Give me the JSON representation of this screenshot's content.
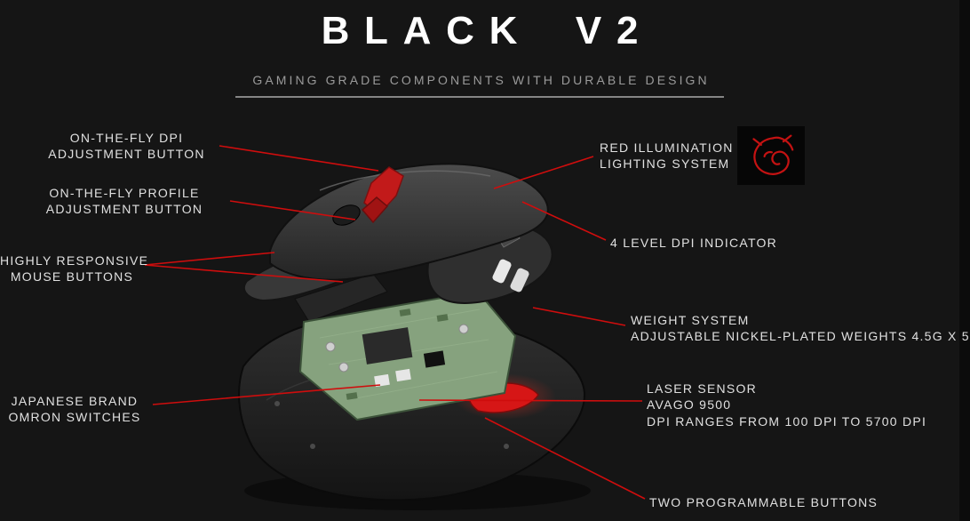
{
  "colors": {
    "background": "#151515",
    "text": "#e2e2e2",
    "subtitle": "#9a9a9a",
    "accent_red": "#cf0d0d"
  },
  "header": {
    "title": "BLACK V2",
    "subtitle": "GAMING GRADE COMPONENTS WITH DURABLE DESIGN"
  },
  "labels": {
    "dpi_adjust": {
      "line1": "ON-THE-FLY DPI",
      "line2": "ADJUSTMENT BUTTON"
    },
    "profile_adjust": {
      "line1": "ON-THE-FLY PROFILE",
      "line2": "ADJUSTMENT BUTTON"
    },
    "mouse_buttons": {
      "line1": "HIGHLY RESPONSIVE",
      "line2": "MOUSE BUTTONS"
    },
    "omron": {
      "line1": "JAPANESE BRAND",
      "line2": "OMRON SWITCHES"
    },
    "illumination": {
      "line1": "RED ILLUMINATION",
      "line2": "LIGHTING SYSTEM"
    },
    "dpi_indicator": {
      "line1": "4 LEVEL DPI INDICATOR"
    },
    "weight_system": {
      "line1": "WEIGHT SYSTEM",
      "line2": "ADJUSTABLE NICKEL-PLATED WEIGHTS 4.5G X 5"
    },
    "laser": {
      "line1": "LASER SENSOR",
      "line2": "AVAGO 9500",
      "line3": "DPI RANGES FROM 100 DPI  TO 5700 DPI"
    },
    "programmable": {
      "line1": "TWO PROGRAMMABLE BUTTONS"
    }
  },
  "icons": {
    "brand_logo": "tt-esports-dragon"
  }
}
